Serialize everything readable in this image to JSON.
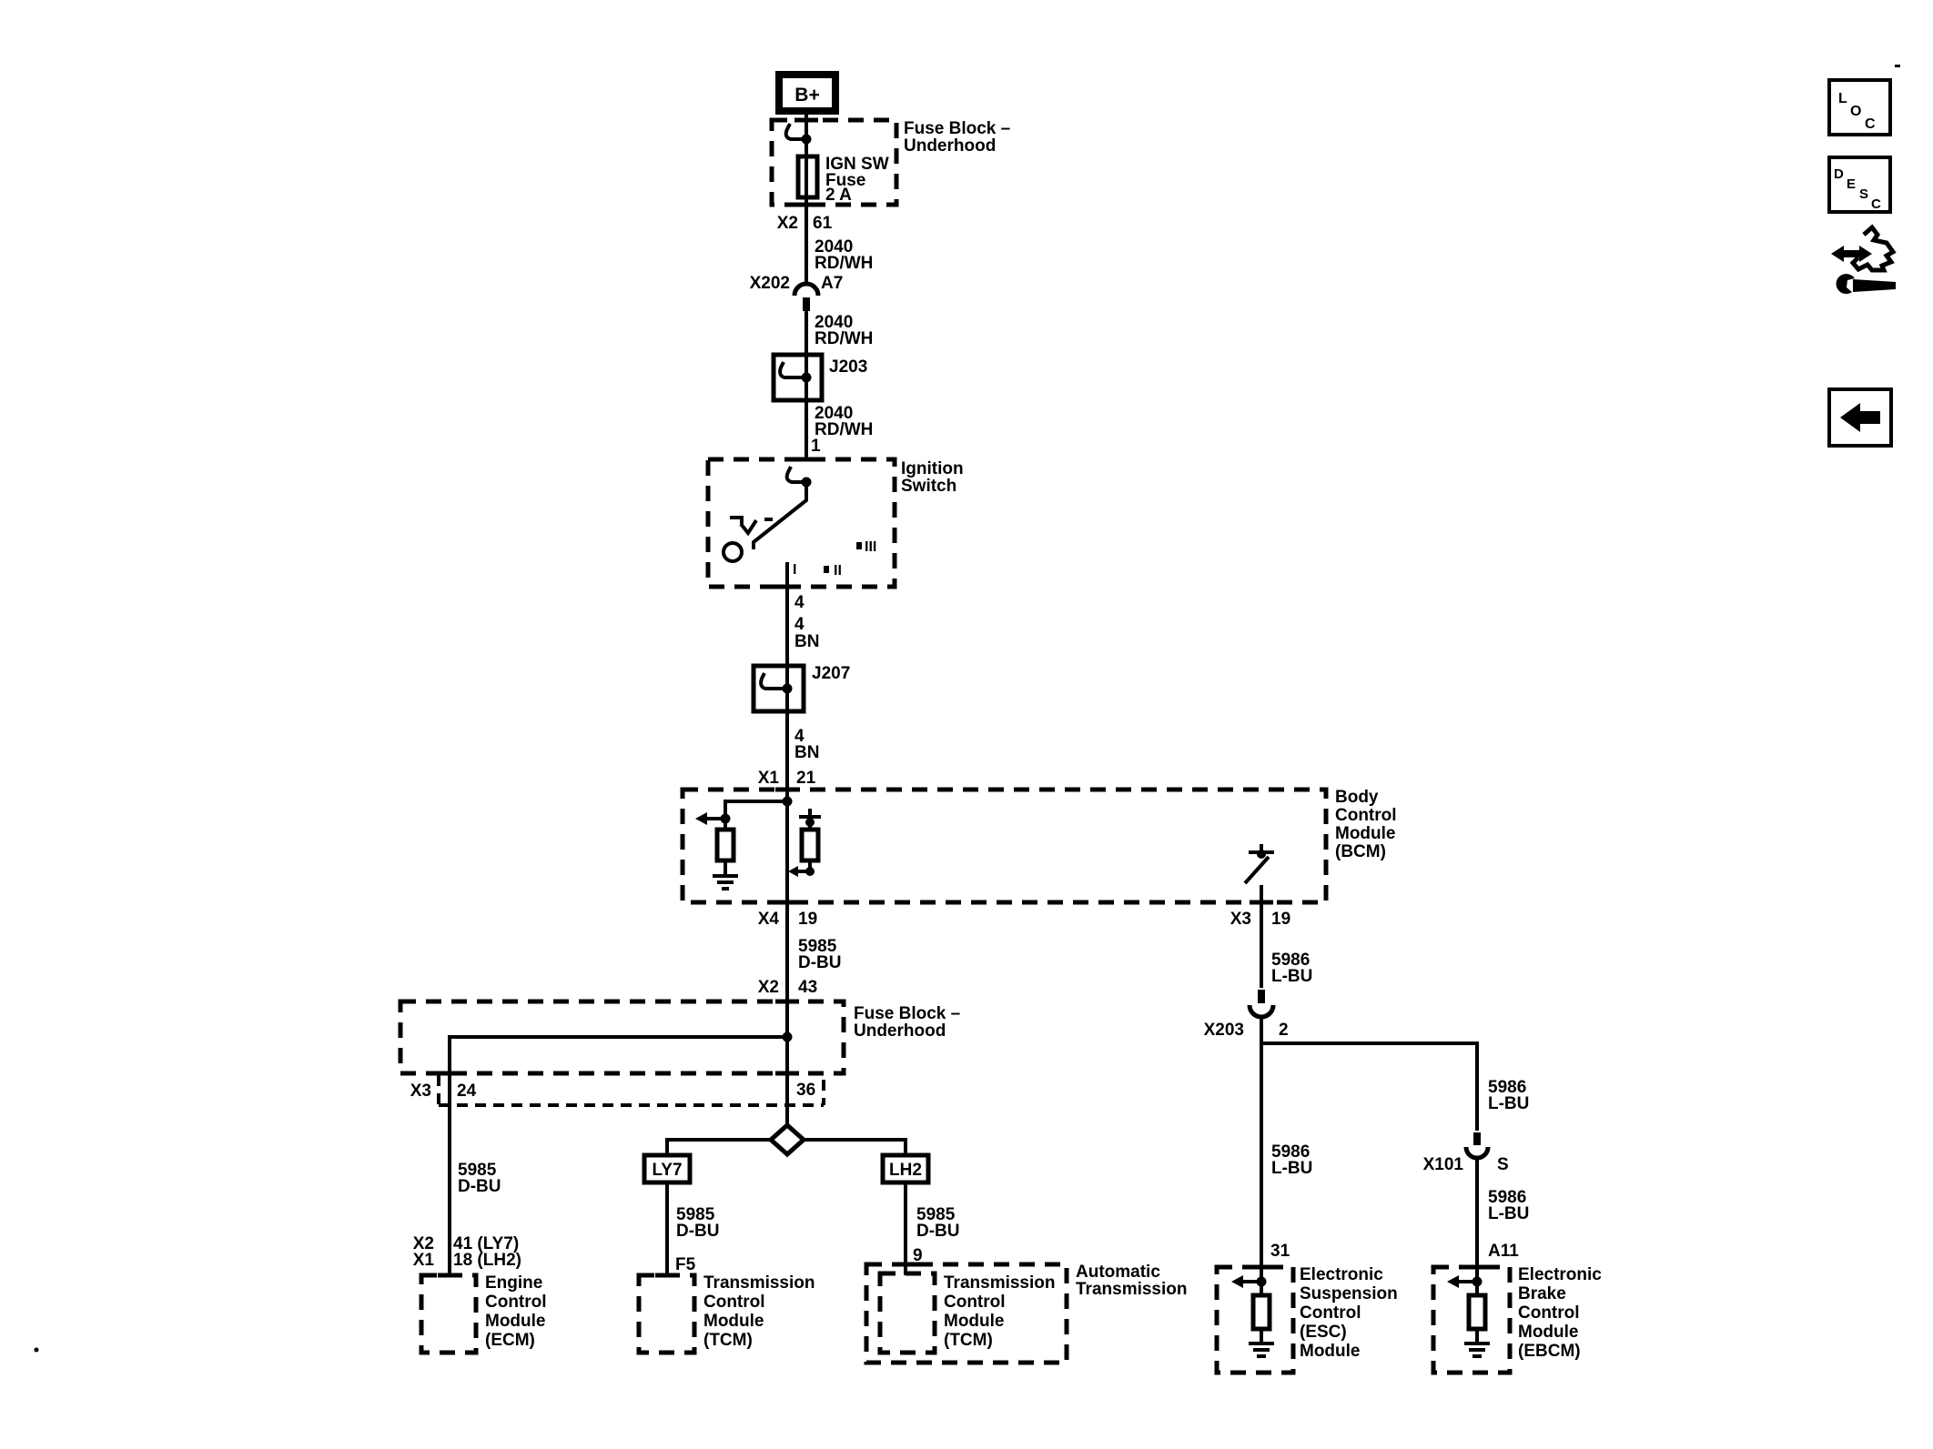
{
  "page": {
    "paper_color": "#ffffff",
    "ink_color": "#000000"
  },
  "toolbar": {
    "loc_letters": [
      "L",
      "O",
      "C"
    ],
    "desc_letters": [
      "D",
      "E",
      "S",
      "C"
    ]
  },
  "battery": {
    "label": "B+"
  },
  "fuse_block_top": {
    "title": [
      "Fuse Block –",
      "Underhood"
    ],
    "fuse_name": [
      "IGN SW",
      "Fuse",
      "2 A"
    ],
    "out_conn": "X2",
    "out_pin": "61"
  },
  "wire_fuse_to_x202": {
    "circuit": "2040",
    "color": "RD/WH"
  },
  "conn_x202": {
    "name": "X202",
    "cavity": "A7"
  },
  "wire_x202_to_j203": {
    "circuit": "2040",
    "color": "RD/WH"
  },
  "splice_j203": {
    "name": "J203"
  },
  "wire_j203_to_ign": {
    "circuit": "2040",
    "color": "RD/WH",
    "pin": "1"
  },
  "ignition_switch": {
    "title": [
      "Ignition",
      "Switch"
    ],
    "positions": [
      "I",
      "II",
      "III"
    ],
    "out_pin": "4"
  },
  "wire_ign_to_j207": {
    "circuit": "4",
    "color": "BN"
  },
  "splice_j207": {
    "name": "J207"
  },
  "wire_j207_to_bcm": {
    "circuit": "4",
    "color": "BN"
  },
  "bcm": {
    "in_conn": "X1",
    "in_pin": "21",
    "title": [
      "Body",
      "Control",
      "Module",
      "(BCM)"
    ],
    "out_conn": "X4",
    "out_pin": "19",
    "out2_conn": "X3",
    "out2_pin": "19"
  },
  "wire_bcm_to_fb": {
    "circuit": "5985",
    "color": "D-BU"
  },
  "fuse_block_mid": {
    "in_conn": "X2",
    "in_pin": "43",
    "title": [
      "Fuse Block –",
      "Underhood"
    ],
    "out_conn": "X3",
    "out_pin_left": "24",
    "out_pin_right": "36"
  },
  "wire_fb_to_ecm": {
    "circuit": "5985",
    "color": "D-BU"
  },
  "ecm": {
    "row1_conn": "X2",
    "row1_pin": "41 (LY7)",
    "row2_conn": "X1",
    "row2_pin": "18 (LH2)",
    "title": [
      "Engine",
      "Control",
      "Module",
      "(ECM)"
    ]
  },
  "branch_ly7": {
    "tag": "LY7",
    "circuit": "5985",
    "color": "D-BU",
    "pin": "F5"
  },
  "tcm_ly7": {
    "title": [
      "Transmission",
      "Control",
      "Module",
      "(TCM)"
    ]
  },
  "branch_lh2": {
    "tag": "LH2",
    "circuit": "5985",
    "color": "D-BU",
    "pin": "9"
  },
  "tcm_lh2": {
    "title": [
      "Transmission",
      "Control",
      "Module",
      "(TCM)"
    ]
  },
  "auto_trans": {
    "title": [
      "Automatic",
      "Transmission"
    ]
  },
  "wire_bcm_to_x203": {
    "circuit": "5986",
    "color": "L-BU"
  },
  "conn_x203": {
    "name": "X203",
    "cavity": "2"
  },
  "wire_x203_to_esc": {
    "circuit": "5986",
    "color": "L-BU"
  },
  "esc": {
    "pin": "31",
    "title": [
      "Electronic",
      "Suspension",
      "Control",
      "(ESC)",
      "Module"
    ]
  },
  "wire_x203_to_x101": {
    "circuit": "5986",
    "color": "L-BU"
  },
  "conn_x101": {
    "name": "X101",
    "cavity": "S"
  },
  "wire_x101_to_ebcm": {
    "circuit": "5986",
    "color": "L-BU"
  },
  "ebcm": {
    "pin": "A11",
    "title": [
      "Electronic",
      "Brake",
      "Control",
      "Module",
      "(EBCM)"
    ]
  }
}
